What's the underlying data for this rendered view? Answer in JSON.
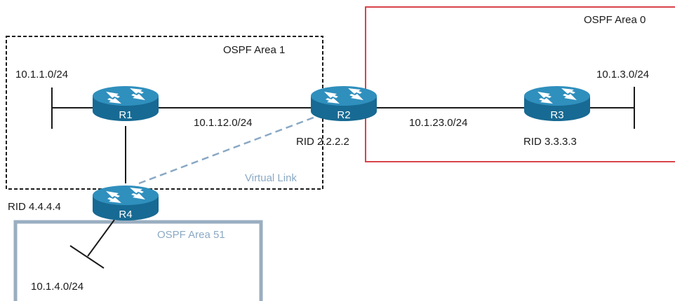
{
  "areas": {
    "area0": {
      "label": "OSPF Area 0",
      "color": "#d9434a"
    },
    "area1": {
      "label": "OSPF Area 1",
      "color": "#1a1a1a"
    },
    "area51": {
      "label": "OSPF Area 51",
      "color": "#9aaec0"
    }
  },
  "virtual_link": {
    "label": "Virtual Link",
    "color": "#8aa9c4"
  },
  "routers": {
    "r1": {
      "name": "R1"
    },
    "r2": {
      "name": "R2",
      "rid": "RID 2.2.2.2"
    },
    "r3": {
      "name": "R3",
      "rid": "RID 3.3.3.3"
    },
    "r4": {
      "name": "R4",
      "rid": "RID 4.4.4.4"
    }
  },
  "networks": {
    "net_r1_lan": "10.1.1.0/24",
    "net_r1_r2": "10.1.12.0/24",
    "net_r2_r3": "10.1.23.0/24",
    "net_r3_lan": "10.1.3.0/24",
    "net_r4_lan": "10.1.4.0/24"
  },
  "colors": {
    "router_body": "#1a6f99",
    "router_top": "#2f8fbd",
    "link": "#1a1a1a"
  }
}
